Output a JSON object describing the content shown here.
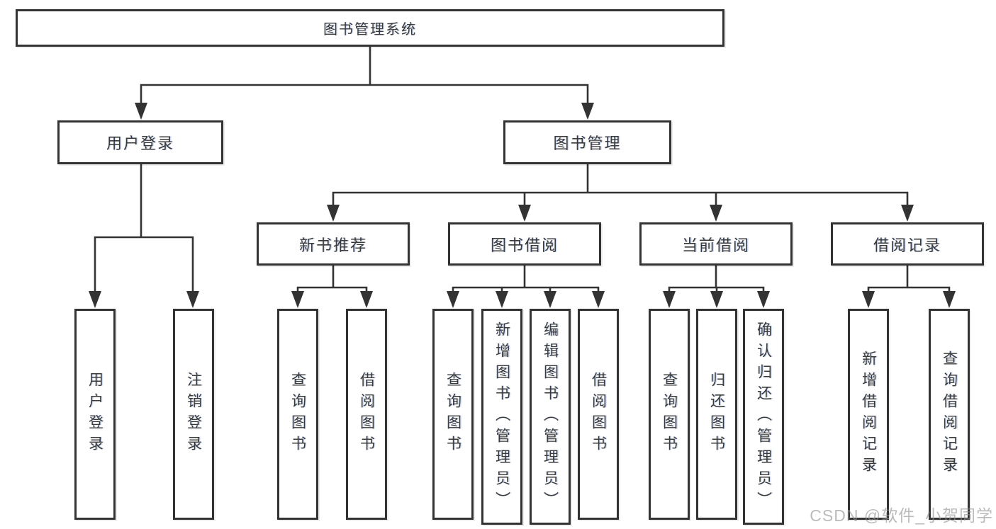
{
  "colors": {
    "line": "#333333",
    "box_border": "#333333",
    "text": "#3a3a3a",
    "background": "#ffffff",
    "watermark": "#c3c3c3"
  },
  "watermark": {
    "text": "CSDN @软件_小贺同学"
  },
  "tree": {
    "root": {
      "label": "图书管理系统",
      "children": [
        {
          "label": "用户登录",
          "children": [
            {
              "label": "用户登录"
            },
            {
              "label": "注销登录"
            }
          ]
        },
        {
          "label": "图书管理",
          "children": [
            {
              "label": "新书推荐",
              "children": [
                {
                  "label": "查询图书"
                },
                {
                  "label": "借阅图书"
                }
              ]
            },
            {
              "label": "图书借阅",
              "children": [
                {
                  "label": "查询图书"
                },
                {
                  "label": "新增图书（管理员）"
                },
                {
                  "label": "编辑图书（管理员）"
                },
                {
                  "label": "借阅图书"
                }
              ]
            },
            {
              "label": "当前借阅",
              "children": [
                {
                  "label": "查询图书"
                },
                {
                  "label": "归还图书"
                },
                {
                  "label": "确认归还（管理员）"
                }
              ]
            },
            {
              "label": "借阅记录",
              "children": [
                {
                  "label": "新增借阅记录"
                },
                {
                  "label": "查询借阅记录"
                }
              ]
            }
          ]
        }
      ]
    }
  }
}
